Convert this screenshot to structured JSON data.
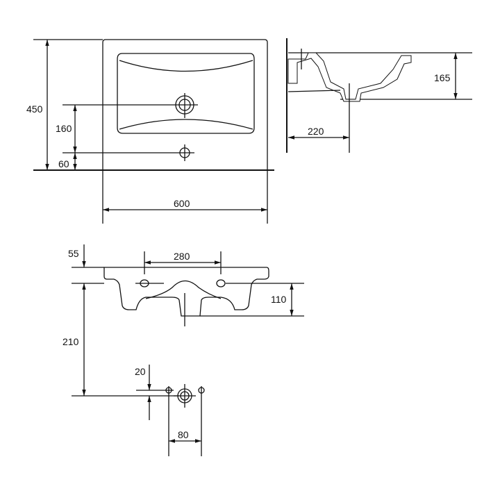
{
  "drawing": {
    "top_view": {
      "width": "600",
      "depth": "450",
      "drain_offset": "160",
      "overflow_offset": "60"
    },
    "side_view": {
      "height": "165",
      "drain_distance": "220"
    },
    "back_view": {
      "hole_spacing": "280",
      "rim_height": "55",
      "bowl_depth": "110",
      "drop": "210",
      "offset": "20",
      "tap_spacing": "80"
    }
  },
  "colors": {
    "line": "#111111",
    "background": "#ffffff"
  }
}
